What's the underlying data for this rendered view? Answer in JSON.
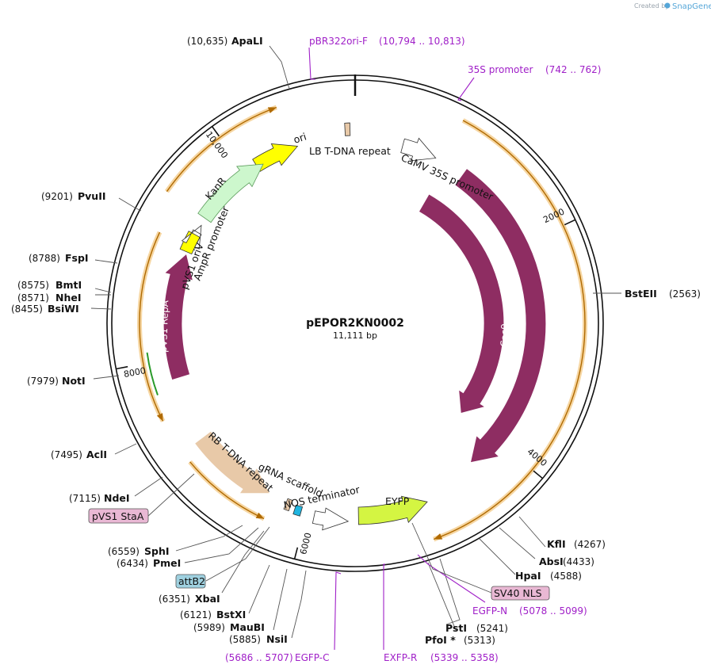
{
  "brand": {
    "created_by": "Created by",
    "app": "SnapGene"
  },
  "plasmid": {
    "name": "pEPOR2KN0002",
    "length_label": "11,111 bp",
    "length": 11111
  },
  "ticks": [
    {
      "label": "2000",
      "bp": 2000
    },
    {
      "label": "4000",
      "bp": 4000
    },
    {
      "label": "6000",
      "bp": 6000
    },
    {
      "label": "8000",
      "bp": 8000
    },
    {
      "label": "10,000",
      "bp": 10000
    }
  ],
  "sites": [
    {
      "name": "ApaLI",
      "pos": "(10,635)",
      "side": "left"
    },
    {
      "name": "PvuII",
      "pos": "(9201)",
      "side": "left"
    },
    {
      "name": "FspI",
      "pos": "(8788)",
      "side": "left"
    },
    {
      "name": "BmtI",
      "pos": "(8575)",
      "side": "left"
    },
    {
      "name": "NheI",
      "pos": "(8571)",
      "side": "left"
    },
    {
      "name": "BsiWI",
      "pos": "(8455)",
      "side": "left"
    },
    {
      "name": "NotI",
      "pos": "(7979)",
      "side": "left"
    },
    {
      "name": "AclI",
      "pos": "(7495)",
      "side": "left"
    },
    {
      "name": "NdeI",
      "pos": "(7115)",
      "side": "left"
    },
    {
      "name": "SphI",
      "pos": "(6559)",
      "side": "left"
    },
    {
      "name": "PmeI",
      "pos": "(6434)",
      "side": "left"
    },
    {
      "name": "XbaI",
      "pos": "(6351)",
      "side": "left"
    },
    {
      "name": "BstXI",
      "pos": "(6121)",
      "side": "left"
    },
    {
      "name": "MauBI",
      "pos": "(5989)",
      "side": "left"
    },
    {
      "name": "NsiI",
      "pos": "(5885)",
      "side": "left"
    },
    {
      "name": "BstEII",
      "pos": "(2563)",
      "side": "right"
    },
    {
      "name": "KflI",
      "pos": "(4267)",
      "side": "right"
    },
    {
      "name": "AbsI",
      "pos": "(4433)",
      "side": "right"
    },
    {
      "name": "HpaI",
      "pos": "(4588)",
      "side": "right"
    },
    {
      "name": "PstI",
      "pos": "(5241)",
      "side": "right"
    },
    {
      "name": "PfoI *",
      "pos": "(5313)",
      "side": "right"
    }
  ],
  "primers": [
    {
      "name": "pBR322ori-F",
      "range": "(10,794 .. 10,813)"
    },
    {
      "name": "35S promoter",
      "range": "(742 .. 762)"
    },
    {
      "name": "EGFP-N",
      "range": "(5078 .. 5099)"
    },
    {
      "name": "EXFP-R",
      "range": "(5339 .. 5358)"
    },
    {
      "name": "EGFP-C",
      "range": "(5686 .. 5707)"
    }
  ],
  "boxed_features": [
    {
      "label": "pVS1 StaA",
      "color": "#e9b8d4"
    },
    {
      "label": "attB2",
      "color": "#9fd1e0"
    },
    {
      "label": "SV40 NLS",
      "color": "#e9b8d4"
    }
  ],
  "features": [
    {
      "label": "ori",
      "color": "#ffff00"
    },
    {
      "label": "LB T-DNA repeat",
      "color": "#e8c9a8"
    },
    {
      "label": "CaMV 35S promoter",
      "color": "#ffffff"
    },
    {
      "label": "Cas9",
      "color": "#8e2d62"
    },
    {
      "label": "Cas9",
      "color": "#8e2d62"
    },
    {
      "label": "EYFP",
      "color": "#d4f542"
    },
    {
      "label": "NOS terminator",
      "color": "#ffffff"
    },
    {
      "label": "gRNA scaffold",
      "color": "#1fb5e0"
    },
    {
      "label": "RB T-DNA repeat",
      "color": "#e8c9a8"
    },
    {
      "label": "pVS1 RepA",
      "color": "#8e2d62"
    },
    {
      "label": "pVS1 oriV",
      "color": "#ffff00"
    },
    {
      "label": "AmpR promoter",
      "color": "#ffffff"
    },
    {
      "label": "KanR",
      "color": "#cdf7cd"
    }
  ],
  "colors": {
    "backbone": "#111111",
    "orf": "#f0a830",
    "primer": "#a020c8",
    "cas9": "#8e2d62"
  }
}
